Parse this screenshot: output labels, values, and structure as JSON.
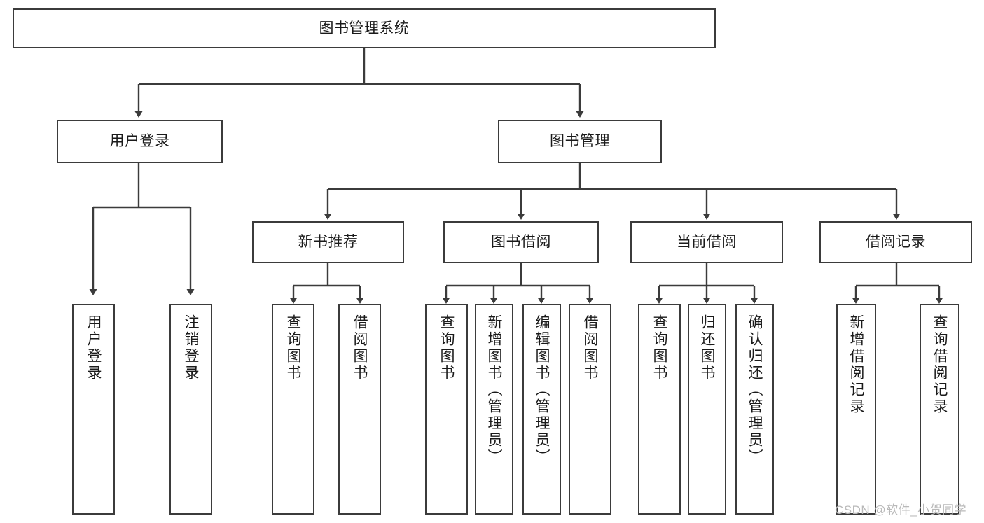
{
  "diagram": {
    "title": "图书管理系统",
    "type": "tree-hierarchy",
    "watermark": "CSDN @软件_小贺同学",
    "colors": {
      "stroke": "#3b3b3b",
      "fill": "#ffffff",
      "text": "#1a1a1a",
      "watermark": "#b9b9b9"
    },
    "nodes": {
      "root": {
        "label": "图书管理系统",
        "level": 0
      },
      "l1": [
        {
          "id": "user-login",
          "label": "用户登录",
          "level": 1
        },
        {
          "id": "book-management",
          "label": "图书管理",
          "level": 1
        }
      ],
      "l2": [
        {
          "id": "new-book-recommend",
          "label": "新书推荐",
          "level": 2,
          "parent": "book-management"
        },
        {
          "id": "book-borrow",
          "label": "图书借阅",
          "level": 2,
          "parent": "book-management"
        },
        {
          "id": "current-borrow",
          "label": "当前借阅",
          "level": 2,
          "parent": "book-management"
        },
        {
          "id": "borrow-record",
          "label": "借阅记录",
          "level": 2,
          "parent": "book-management"
        }
      ],
      "leaves": [
        {
          "id": "leaf-user-login",
          "label": "用户登录",
          "parent": "user-login"
        },
        {
          "id": "leaf-user-logout",
          "label": "注销登录",
          "parent": "user-login"
        },
        {
          "id": "leaf-query-book-1",
          "label": "查询图书",
          "parent": "new-book-recommend"
        },
        {
          "id": "leaf-borrow-book-1",
          "label": "借阅图书",
          "parent": "new-book-recommend"
        },
        {
          "id": "leaf-query-book-2",
          "label": "查询图书",
          "parent": "book-borrow"
        },
        {
          "id": "leaf-add-book",
          "label": "新增图书（管理员）",
          "parent": "book-borrow"
        },
        {
          "id": "leaf-edit-book",
          "label": "编辑图书（管理员）",
          "parent": "book-borrow"
        },
        {
          "id": "leaf-borrow-book-2",
          "label": "借阅图书",
          "parent": "book-borrow"
        },
        {
          "id": "leaf-query-book-3",
          "label": "查询图书",
          "parent": "current-borrow"
        },
        {
          "id": "leaf-return-book",
          "label": "归还图书",
          "parent": "current-borrow"
        },
        {
          "id": "leaf-confirm-return",
          "label": "确认归还（管理员）",
          "parent": "current-borrow"
        },
        {
          "id": "leaf-add-record",
          "label": "新增借阅记录",
          "parent": "borrow-record"
        },
        {
          "id": "leaf-query-record",
          "label": "查询借阅记录",
          "parent": "borrow-record"
        }
      ]
    }
  }
}
